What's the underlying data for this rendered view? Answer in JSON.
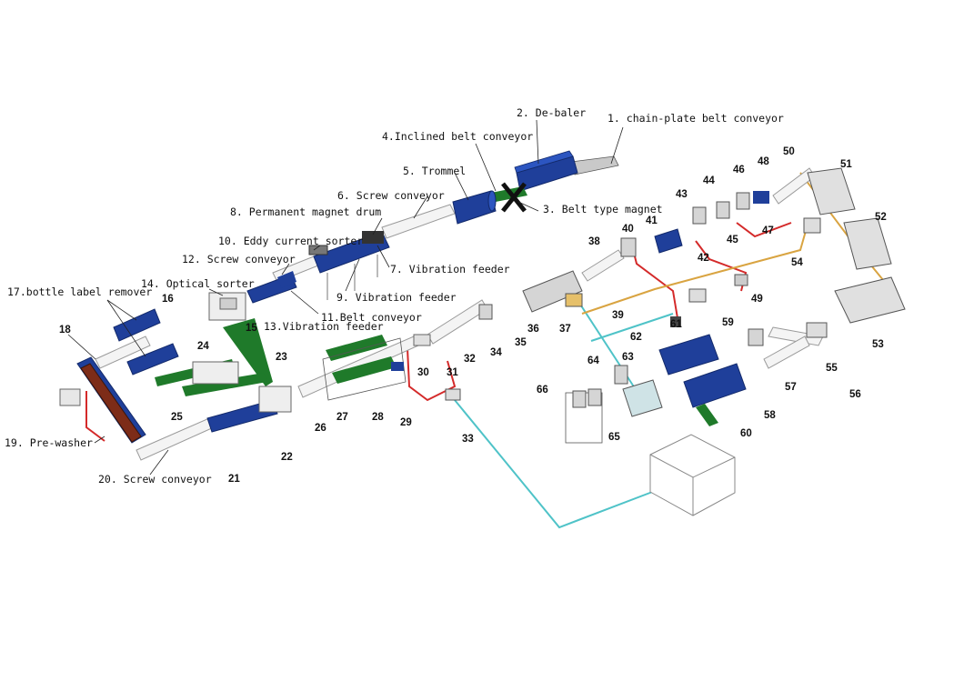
{
  "colors": {
    "machine_blue": "#1f3f9a",
    "machine_blue_dark": "#132a6b",
    "belt_green": "#1f7a2a",
    "pipe_red": "#d42a2a",
    "pipe_cyan": "#4fc3c8",
    "pipe_orange": "#d9a441",
    "steel_gray": "#b8b8b8"
  },
  "labels": [
    {
      "id": "l1",
      "text": "1. chain-plate belt conveyor"
    },
    {
      "id": "l2",
      "text": "2. De-baler"
    },
    {
      "id": "l3",
      "text": "3. Belt type magnet"
    },
    {
      "id": "l4",
      "text": "4.Inclined belt conveyor"
    },
    {
      "id": "l5",
      "text": "5. Trommel"
    },
    {
      "id": "l6",
      "text": "6. Screw conveyor"
    },
    {
      "id": "l7",
      "text": "7. Vibration feeder"
    },
    {
      "id": "l8",
      "text": "8. Permanent magnet drum"
    },
    {
      "id": "l9",
      "text": "9. Vibration  feeder"
    },
    {
      "id": "l10",
      "text": "10. Eddy current sorter"
    },
    {
      "id": "l11",
      "text": "11.Belt conveyor"
    },
    {
      "id": "l12",
      "text": "12. Screw conveyor"
    },
    {
      "id": "l13",
      "text": "13.Vibration feeder"
    },
    {
      "id": "l14",
      "text": "14. Optical sorter"
    },
    {
      "id": "l17",
      "text": "17.bottle label remover"
    },
    {
      "id": "l19",
      "text": "19. Pre-washer"
    },
    {
      "id": "l20",
      "text": "20. Screw conveyor"
    }
  ],
  "numbers": [
    "15",
    "16",
    "18",
    "21",
    "22",
    "23",
    "24",
    "25",
    "26",
    "27",
    "28",
    "29",
    "30",
    "31",
    "32",
    "33",
    "34",
    "35",
    "36",
    "37",
    "38",
    "39",
    "40",
    "41",
    "42",
    "43",
    "44",
    "45",
    "46",
    "47",
    "48",
    "49",
    "50",
    "51",
    "52",
    "53",
    "54",
    "55",
    "56",
    "57",
    "58",
    "59",
    "60",
    "61",
    "62",
    "63",
    "64",
    "65",
    "66"
  ]
}
